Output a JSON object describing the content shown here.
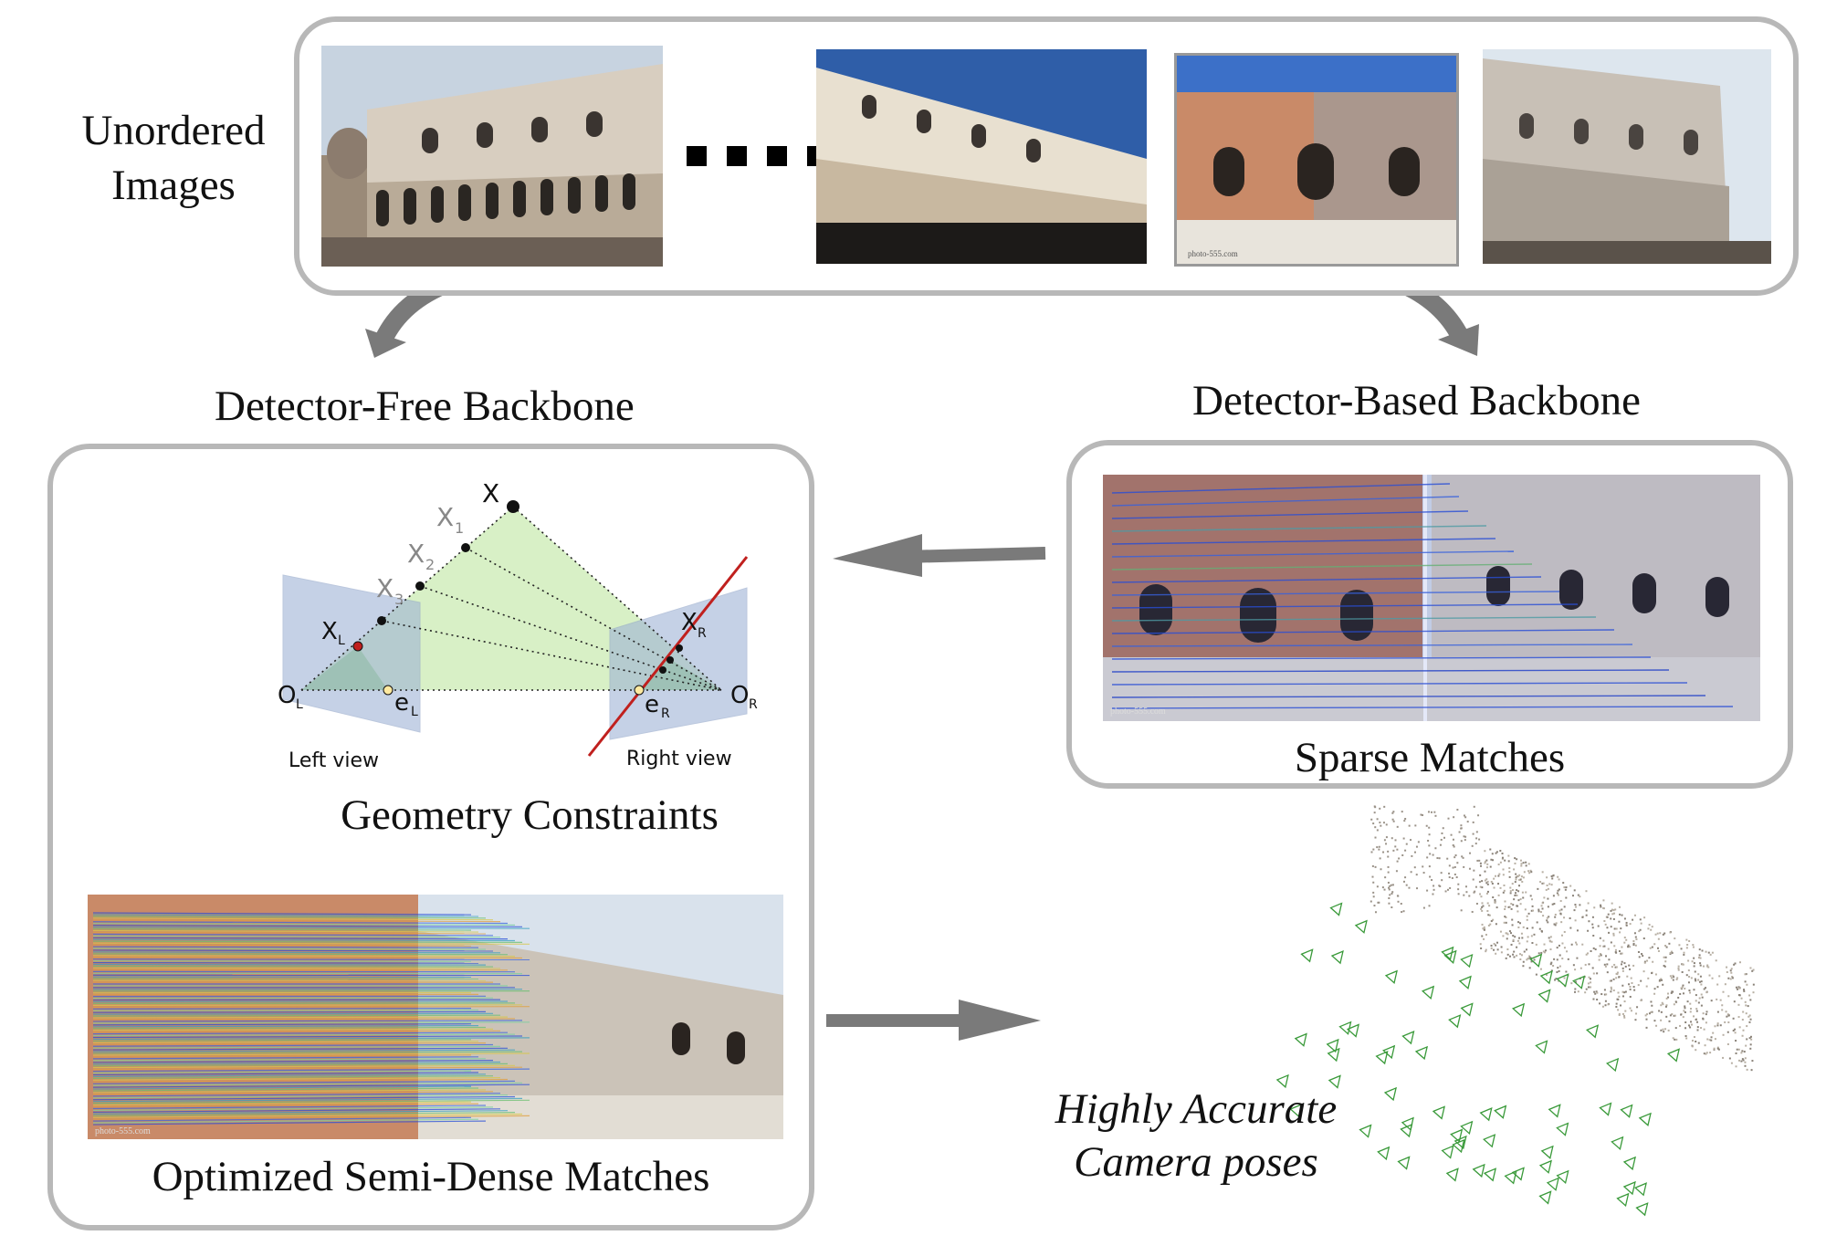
{
  "top": {
    "title_line1": "Unordered",
    "title_line2": "Images"
  },
  "branches": {
    "free": "Detector-Free Backbone",
    "based": "Detector-Based Backbone"
  },
  "sparse": {
    "caption": "Sparse Matches",
    "watermark": "photo-555.com"
  },
  "geometry": {
    "caption": "Geometry Constraints",
    "left_view": "Left view",
    "right_view": "Right view",
    "X": "X",
    "X1": "X",
    "X1_sub": "1",
    "X2": "X",
    "X2_sub": "2",
    "X3": "X",
    "X3_sub": "3",
    "xL": "X",
    "xL_sub": "L",
    "xR": "X",
    "xR_sub": "R",
    "OL": "O",
    "OL_sub": "L",
    "OR": "O",
    "OR_sub": "R",
    "eL": "e",
    "eL_sub": "L",
    "eR": "e",
    "eR_sub": "R"
  },
  "semidense": {
    "caption": "Optimized Semi-Dense Matches",
    "watermark": "photo-555.com"
  },
  "result": {
    "line1": "Highly Accurate",
    "line2": "Camera poses"
  },
  "colors": {
    "box_border": "#b8b8b8",
    "arrow": "#7a7a7a",
    "epipolar_line": "#c0201e",
    "plane": "#9fb4d6",
    "triangle": "#c8e8a8",
    "camera_frusta": "#3a9a3a"
  },
  "icons": [
    "curved-arrow-icon",
    "straight-arrow-icon"
  ]
}
